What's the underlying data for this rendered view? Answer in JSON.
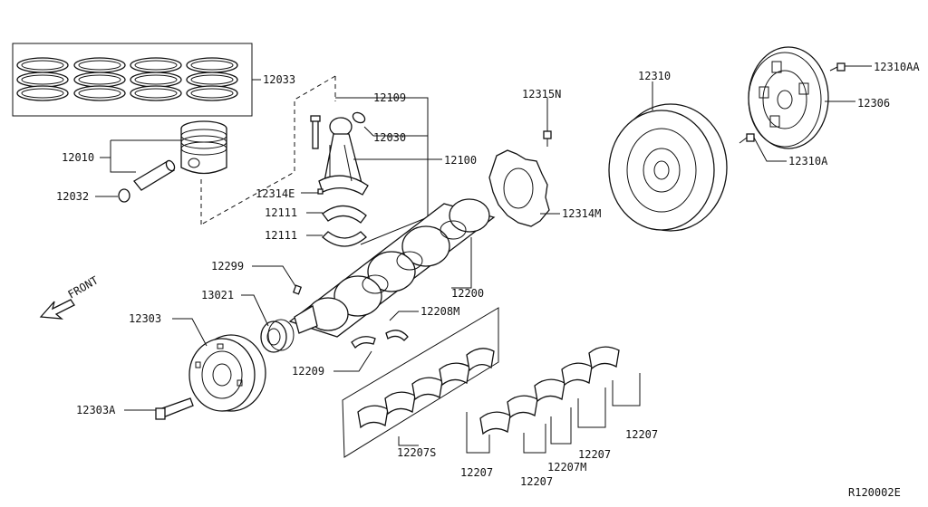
{
  "labels": {
    "p12033": "12033",
    "p12010": "12010",
    "p12032": "12032",
    "p12109": "12109",
    "p12030": "12030",
    "p12100": "12100",
    "p12314E": "12314E",
    "p12111a": "12111",
    "p12111b": "12111",
    "p12315N": "12315N",
    "p12314M": "12314M",
    "p12310": "12310",
    "p12306": "12306",
    "p12310AA": "12310AA",
    "p12310A": "12310A",
    "p12299": "12299",
    "p13021": "13021",
    "p12303": "12303",
    "p12303A": "12303A",
    "p12200": "12200",
    "p12208M": "12208M",
    "p12209": "12209",
    "p12207S": "12207S",
    "p12207a": "12207",
    "p12207b": "12207",
    "p12207M": "12207M",
    "p12207c": "12207",
    "p12207d": "12207",
    "front": "FRONT",
    "ref": "R120002E"
  }
}
